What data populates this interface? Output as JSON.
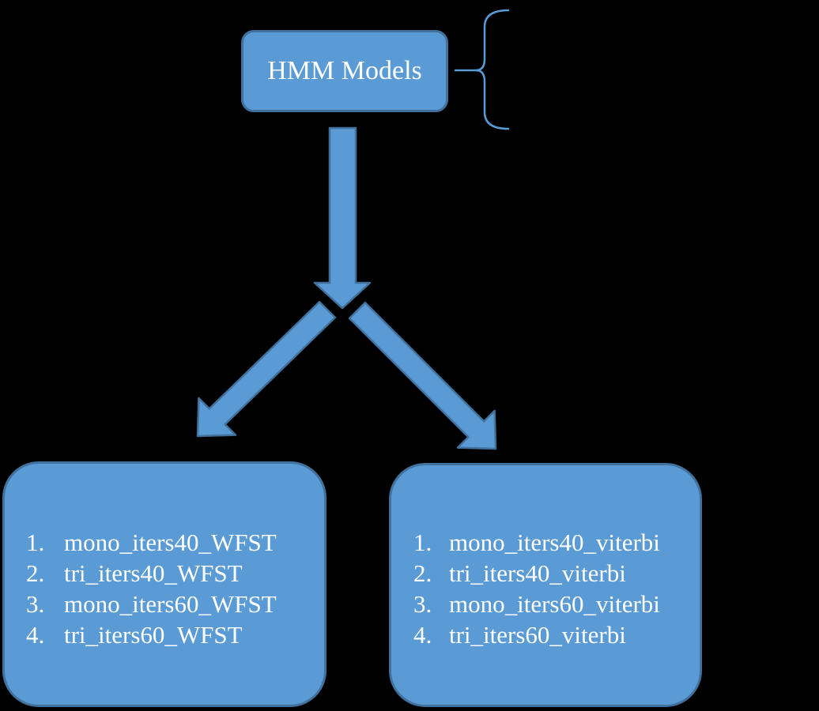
{
  "colors": {
    "background": "#000000",
    "shape-fill": "#5b9bd5",
    "shape-border": "#41719c",
    "connector-stroke": "#5b9bd5",
    "text": "#ffffff"
  },
  "root_box": {
    "label": "HMM Models"
  },
  "shapes": {
    "brace": "left-curly-brace-with-connector-line",
    "down_arrow": "down-arrow",
    "left_arrow": "down-left-arrow",
    "right_arrow": "down-right-arrow"
  },
  "left_box": {
    "items": [
      {
        "num": "1.",
        "label": "mono_iters40_WFST"
      },
      {
        "num": "2.",
        "label": "tri_iters40_WFST"
      },
      {
        "num": "3.",
        "label": "mono_iters60_WFST"
      },
      {
        "num": "4.",
        "label": "tri_iters60_WFST"
      }
    ]
  },
  "right_box": {
    "items": [
      {
        "num": "1.",
        "label": "mono_iters40_viterbi"
      },
      {
        "num": "2.",
        "label": "tri_iters40_viterbi"
      },
      {
        "num": "3.",
        "label": "mono_iters60_viterbi"
      },
      {
        "num": "4.",
        "label": "tri_iters60_viterbi"
      }
    ]
  }
}
